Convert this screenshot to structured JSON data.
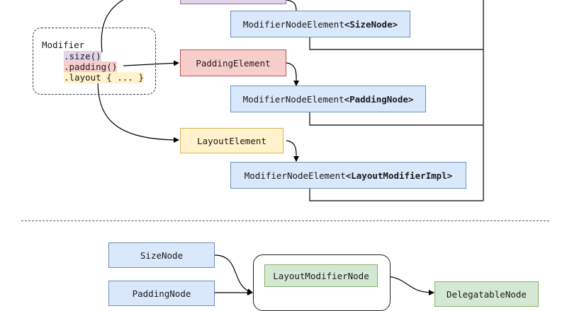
{
  "modifier": {
    "name": "Modifier",
    "calls": [
      ".size()",
      ".padding()",
      ".layout { ... }"
    ]
  },
  "elements": {
    "padding": "PaddingElement",
    "layout": "LayoutElement"
  },
  "node_elements": {
    "size": {
      "prefix": "ModifierNodeElement",
      "generic": "<SizeNode>"
    },
    "padding": {
      "prefix": "ModifierNodeElement",
      "generic": "<PaddingNode>"
    },
    "layout": {
      "prefix": "ModifierNodeElement",
      "generic": "<LayoutModifierImpl>"
    }
  },
  "bottom": {
    "size_node": "SizeNode",
    "padding_node": "PaddingNode",
    "layout_modifier_node": "LayoutModifierNode",
    "delegatable_node": "DelegatableNode"
  },
  "colors": {
    "blue": "#dae8fc",
    "pink": "#f8cecc",
    "yellow": "#fff2cc",
    "purple": "#e1d5e7",
    "green": "#d5e8d4"
  }
}
